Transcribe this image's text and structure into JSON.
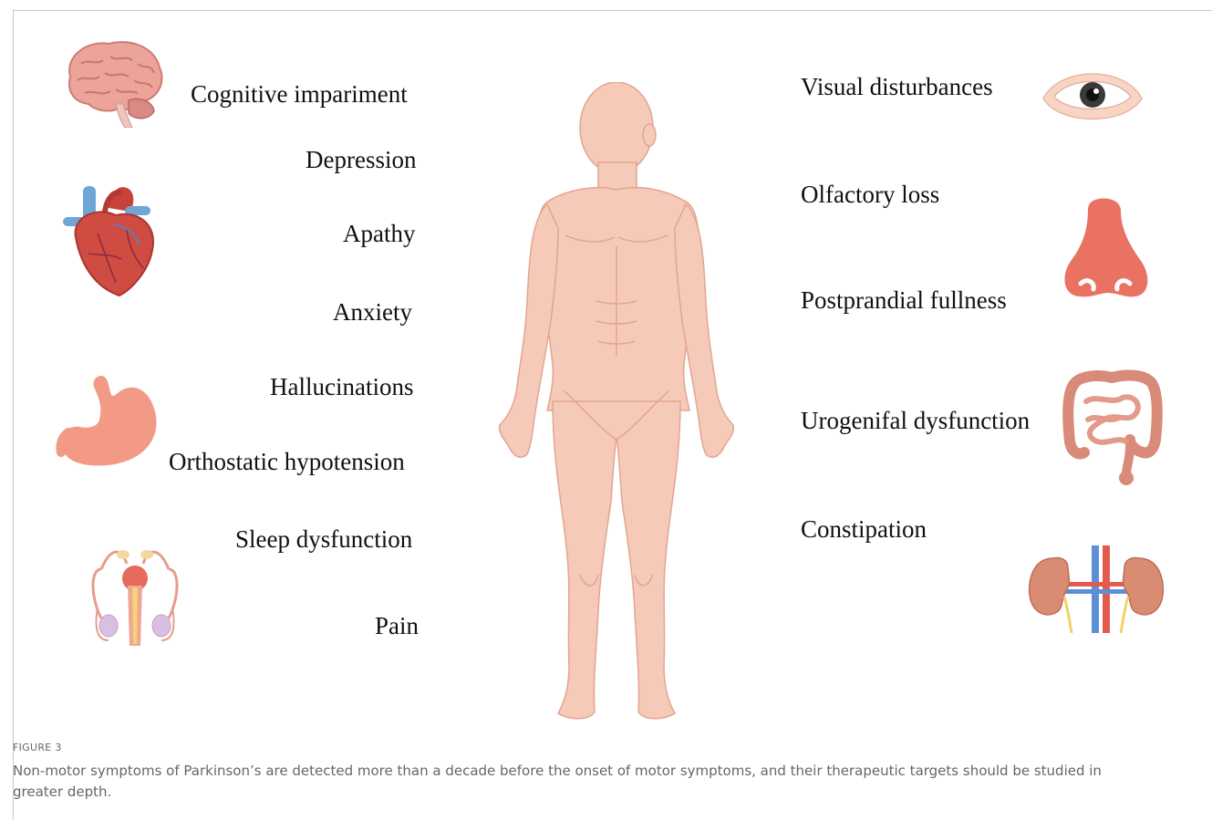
{
  "figure": {
    "left_labels": [
      "Cognitive impariment",
      "Depression",
      "Apathy",
      "Anxiety",
      "Hallucinations",
      "Orthostatic hypotension",
      "Sleep dysfunction",
      "Pain"
    ],
    "right_labels": [
      "Visual disturbances",
      "Olfactory loss",
      "Postprandial fullness",
      "Urogenifal dysfunction",
      "Constipation"
    ],
    "icons": [
      "brain-icon",
      "heart-icon",
      "stomach-icon",
      "reproductive-system-icon",
      "human-body-figure",
      "eye-icon",
      "nose-icon",
      "intestines-icon",
      "kidneys-icon"
    ]
  },
  "caption": {
    "title": "FIGURE 3",
    "text": "Non-motor symptoms of Parkinson’s are detected more than a decade before the onset of motor symptoms, and their therapeutic targets should be studied in greater depth."
  }
}
